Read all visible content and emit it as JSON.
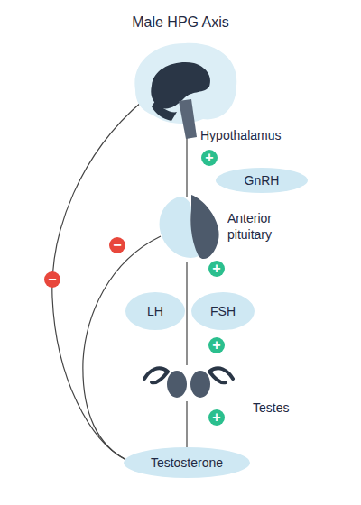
{
  "diagram": {
    "title": "Male HPG Axis",
    "nodes": [
      {
        "text": [
          "GnRH"
        ]
      },
      {
        "text": [
          "LH"
        ]
      },
      {
        "text": [
          "FSH"
        ]
      },
      {
        "text": [
          "Testosterone"
        ]
      }
    ],
    "labels": [
      "Hypothalamus",
      "+",
      "Anterior pituitary",
      "−",
      "+",
      "−",
      "+",
      "Testes",
      "+"
    ]
  }
}
